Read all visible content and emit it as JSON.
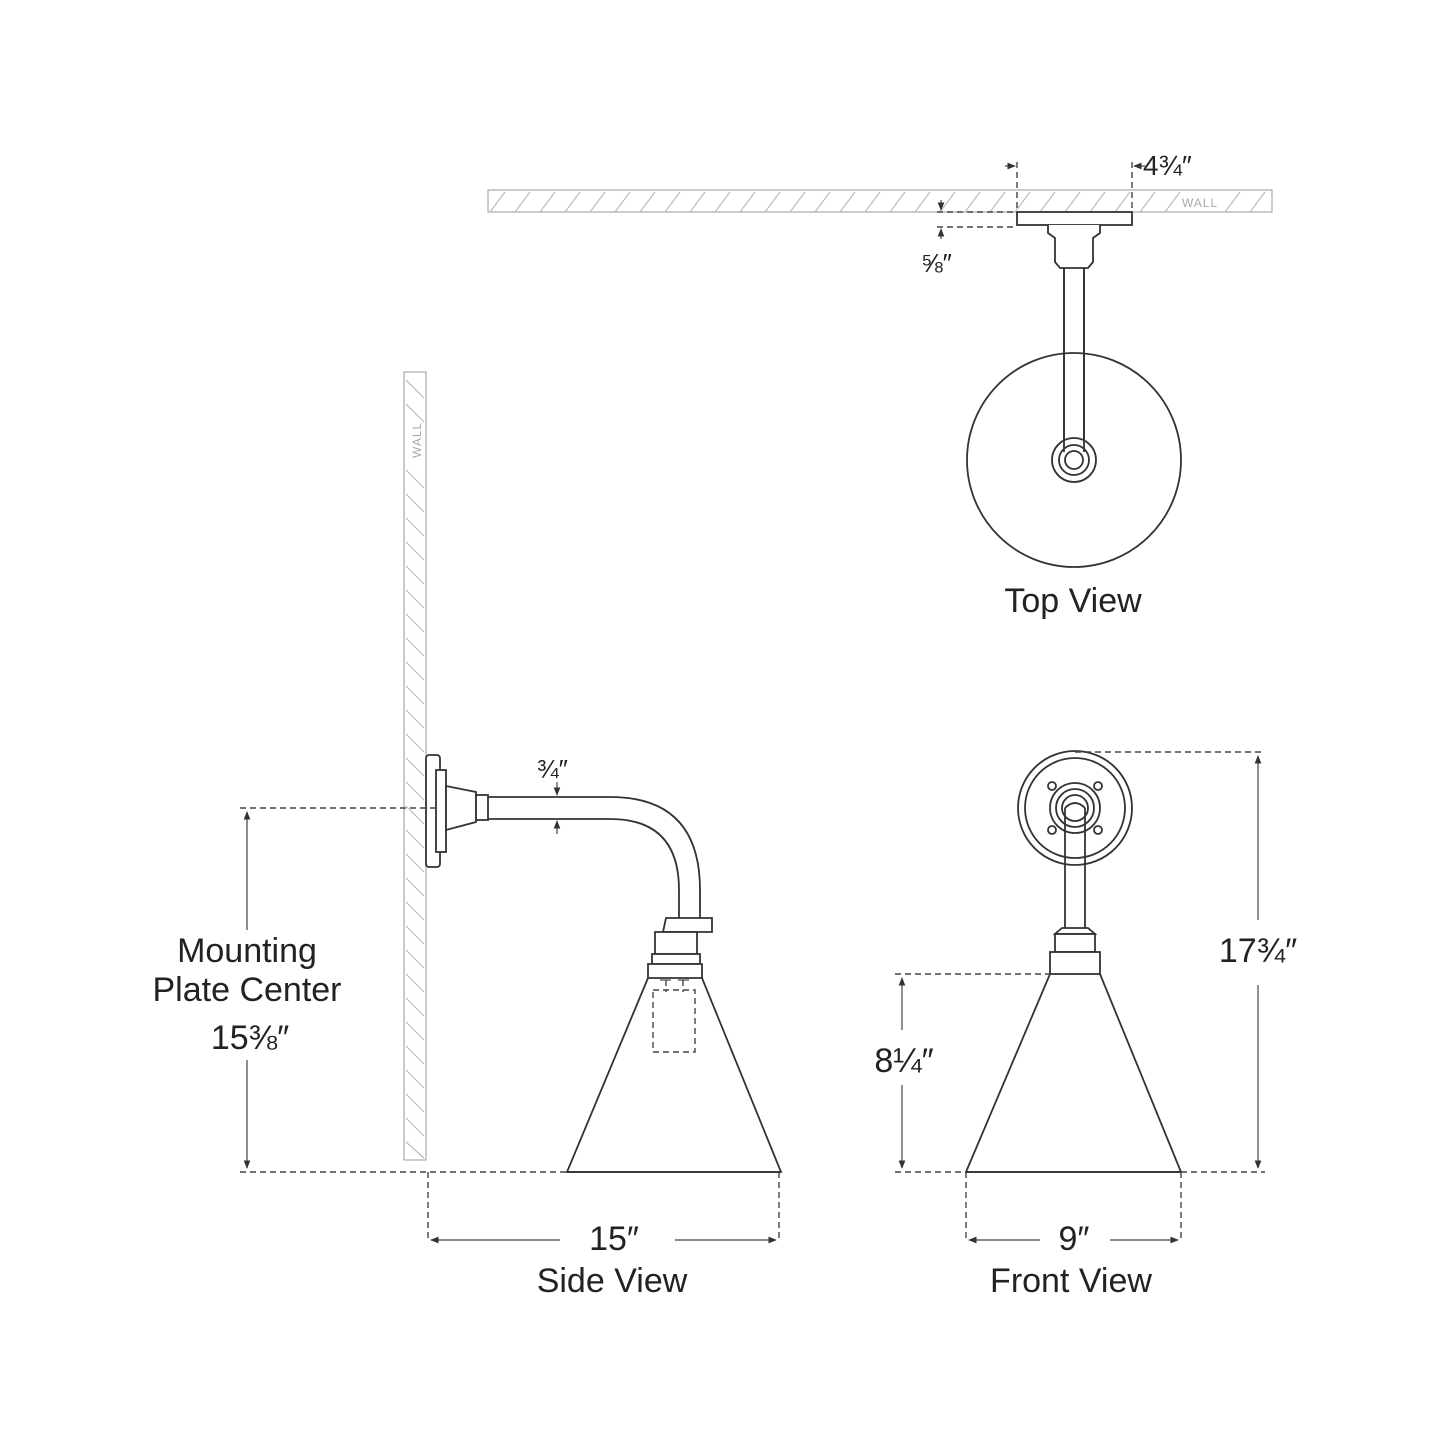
{
  "wall_text": "WALL",
  "views": {
    "top": "Top View",
    "side": "Side View",
    "front": "Front View"
  },
  "dimensions": {
    "top_plate_width": "4¾″",
    "top_plate_depth": "⅝″",
    "arm_diameter": "¾″",
    "mounting_label_line1": "Mounting",
    "mounting_label_line2": "Plate Center",
    "mounting_height": "15⅜″",
    "extension": "15″",
    "overall_height": "17¾″",
    "shade_height": "8¼″",
    "shade_width": "9″"
  },
  "colors": {
    "line": "#333333",
    "wall": "#aaaaaa"
  }
}
